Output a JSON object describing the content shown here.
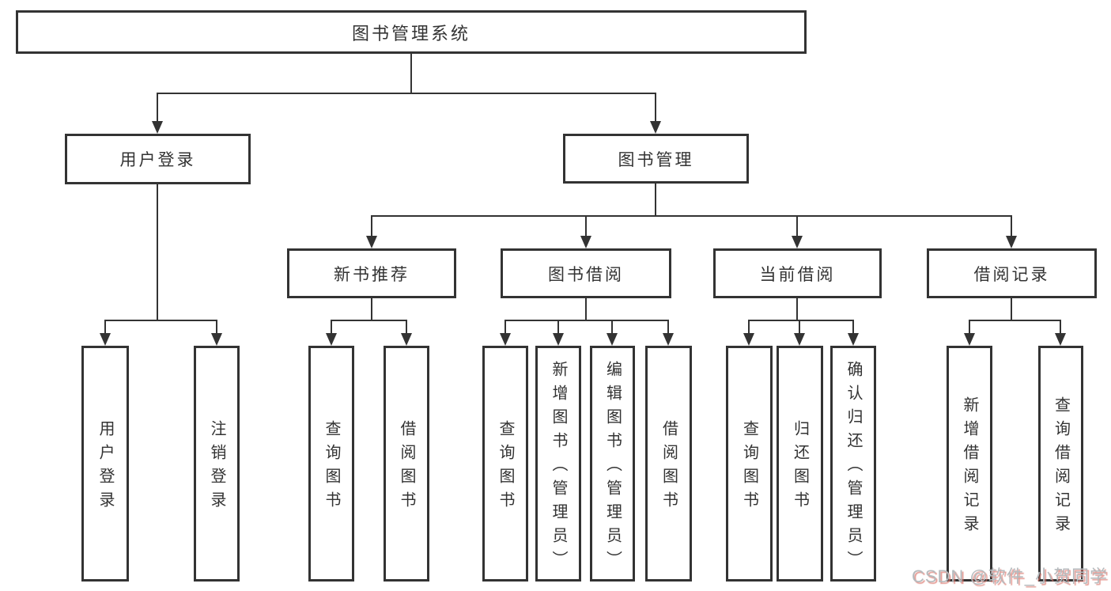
{
  "diagram": {
    "root": {
      "label": "图书管理系统"
    },
    "branches": [
      {
        "label": "用户登录",
        "children": [
          {
            "label": "用户登录"
          },
          {
            "label": "注销登录"
          }
        ]
      },
      {
        "label": "图书管理",
        "children": [
          {
            "label": "新书推荐",
            "children": [
              {
                "label": "查询图书"
              },
              {
                "label": "借阅图书"
              }
            ]
          },
          {
            "label": "图书借阅",
            "children": [
              {
                "label": "查询图书"
              },
              {
                "label": "新增图书（管理员）"
              },
              {
                "label": "编辑图书（管理员）"
              },
              {
                "label": "借阅图书"
              }
            ]
          },
          {
            "label": "当前借阅",
            "children": [
              {
                "label": "查询图书"
              },
              {
                "label": "归还图书"
              },
              {
                "label": "确认归还（管理员）"
              }
            ]
          },
          {
            "label": "借阅记录",
            "children": [
              {
                "label": "新增借阅记录"
              },
              {
                "label": "查询借阅记录"
              }
            ]
          }
        ]
      }
    ]
  },
  "watermark": {
    "text": "CSDN @软件_小贺同学"
  },
  "colors": {
    "line": "#333333",
    "text": "#333333",
    "background": "#ffffff",
    "watermark_gray": "#b5babd",
    "watermark_shadow": "#db776d"
  }
}
